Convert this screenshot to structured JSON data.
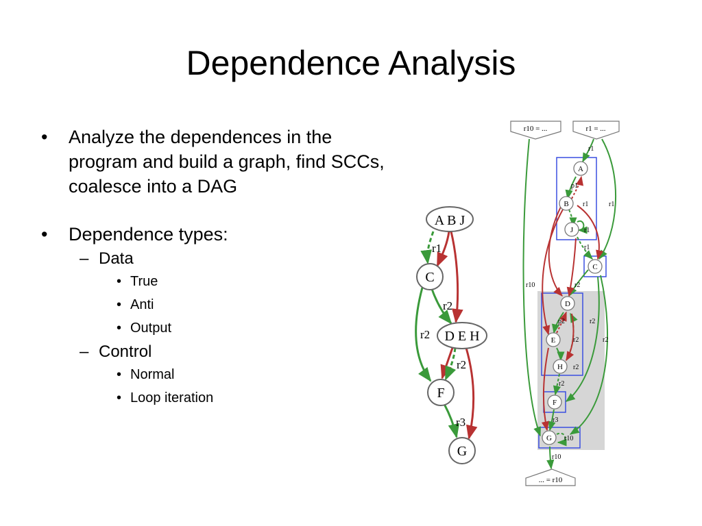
{
  "slide": {
    "title": "Dependence Analysis",
    "bullets": [
      {
        "text": "Analyze the dependences in the program and build a graph, find SCCs, coalesce into a DAG",
        "lines": [
          "Analyze the dependences in the",
          "program and build a graph, find SCCs,",
          "coalesce into a DAG"
        ]
      },
      {
        "text": "Dependence types:"
      }
    ],
    "sub": [
      {
        "label": "Data",
        "items": [
          "True",
          "Anti",
          "Output"
        ]
      },
      {
        "label": "Control",
        "items": [
          "Normal",
          "Loop iteration"
        ]
      }
    ]
  },
  "colors": {
    "true_dep": "#3a9a3a",
    "anti_dep": "#b83232",
    "scc_box": "#3a4fe0",
    "shade": "#d6d6d6"
  },
  "dag": {
    "nodes": [
      "A B J",
      "C",
      "D E H",
      "F",
      "G"
    ],
    "edge_labels": [
      "r1",
      "r2",
      "r2",
      "r2",
      "r3"
    ]
  },
  "graph": {
    "inputs": [
      "r10 = ...",
      "r1 = ..."
    ],
    "output": "... = r10",
    "nodes": [
      "A",
      "B",
      "J",
      "C",
      "D",
      "E",
      "H",
      "F",
      "G"
    ],
    "edge_labels": [
      "r1",
      "p1",
      "r1",
      "r1",
      "r1",
      "r1",
      "r10",
      "r2",
      "p2",
      "r2",
      "r2",
      "r2",
      "r2",
      "r2",
      "r3",
      "r10",
      "r10"
    ]
  }
}
